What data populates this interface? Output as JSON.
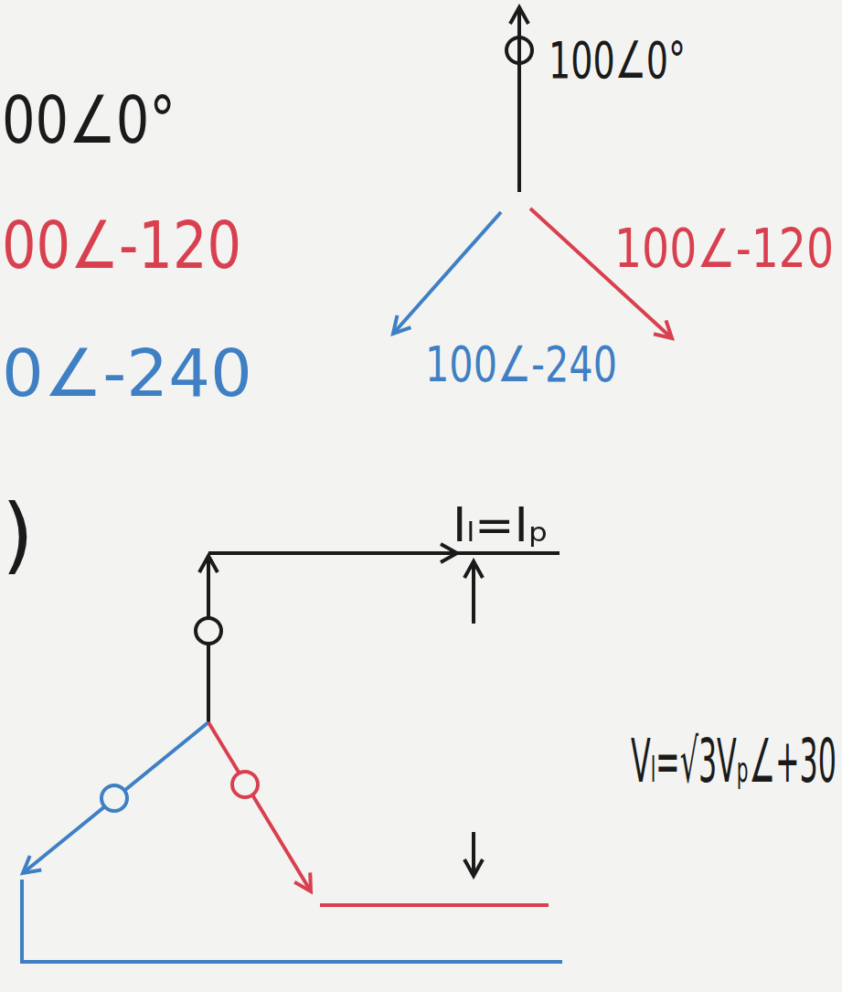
{
  "diagram": {
    "labels": [
      "00∠0°",
      "00∠-120",
      "0∠-240",
      ")",
      "100∠0°",
      "100∠-120",
      "100∠-240",
      "Iₗ=Iₚ",
      "Vₗ=√3Vₚ∠+30"
    ]
  }
}
